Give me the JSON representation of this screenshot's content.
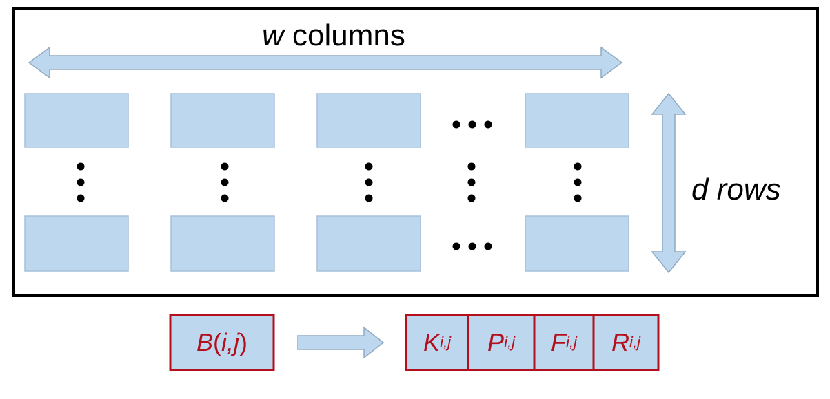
{
  "diagram": {
    "columns_label": {
      "var": "w",
      "text": " columns"
    },
    "rows_label": {
      "var": "d",
      "text": " rows"
    },
    "source_cell": {
      "fn": "B",
      "open": "(",
      "args": "i,j",
      "close": ")"
    },
    "fields": [
      {
        "letter": "K",
        "sub": "i,j"
      },
      {
        "letter": "P",
        "sub": "i,j"
      },
      {
        "letter": "F",
        "sub": "i,j"
      },
      {
        "letter": "R",
        "sub": "i,j"
      }
    ],
    "ellipsis": "…",
    "vertical_ellipsis": "⋮",
    "colors": {
      "frame": "#000000",
      "cell_fill": "#bdd7ee",
      "cell_stroke": "#a6c0d9",
      "arrow_fill": "#bdd7ee",
      "arrow_stroke": "#8faac2",
      "record_stroke": "#b30f1c",
      "record_text": "#b30f1c"
    }
  }
}
